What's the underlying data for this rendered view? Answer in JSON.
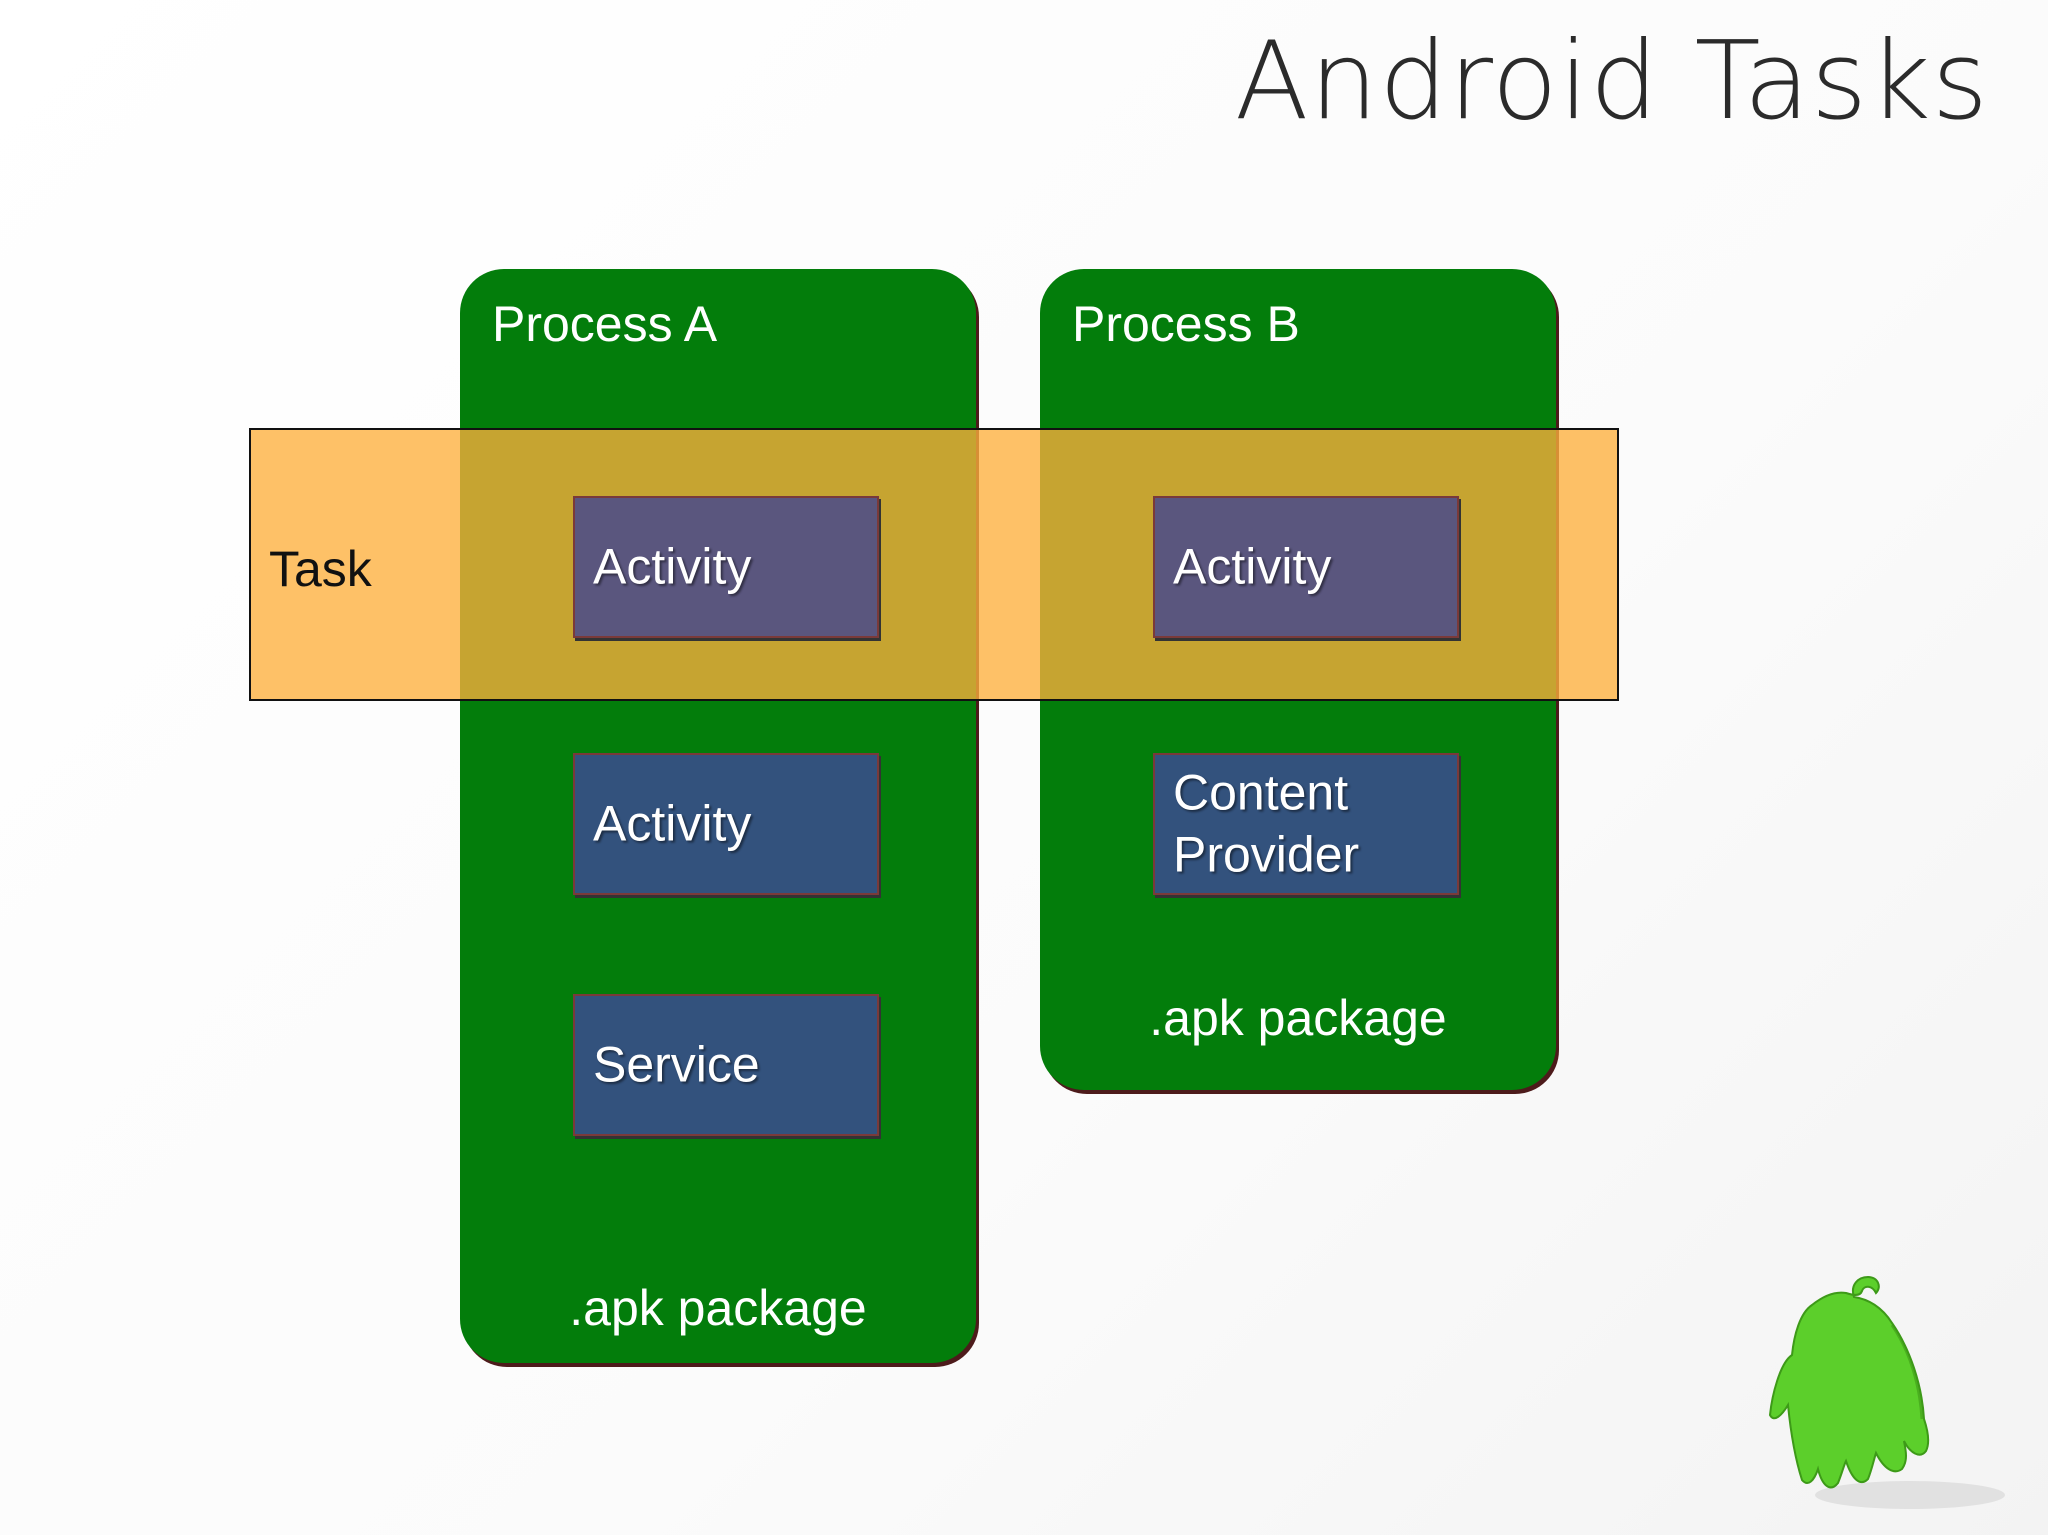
{
  "title": "Android Tasks",
  "processes": {
    "a": {
      "label": "Process A",
      "package": ".apk package"
    },
    "b": {
      "label": "Process B",
      "package": ".apk package"
    }
  },
  "task": {
    "label": "Task"
  },
  "components": {
    "a_activity_task": "Activity",
    "b_activity_task": "Activity",
    "a_activity": "Activity",
    "a_service": "Service",
    "b_provider": "Content Provider"
  },
  "colors": {
    "process_fill": "#037d0b",
    "task_fill": "#feaf3c",
    "component_in_task": "#5a567e",
    "component_fill": "#33527d",
    "mascot": "#5ccf2b"
  },
  "icons": {
    "mascot": "android-mascot-icon"
  }
}
